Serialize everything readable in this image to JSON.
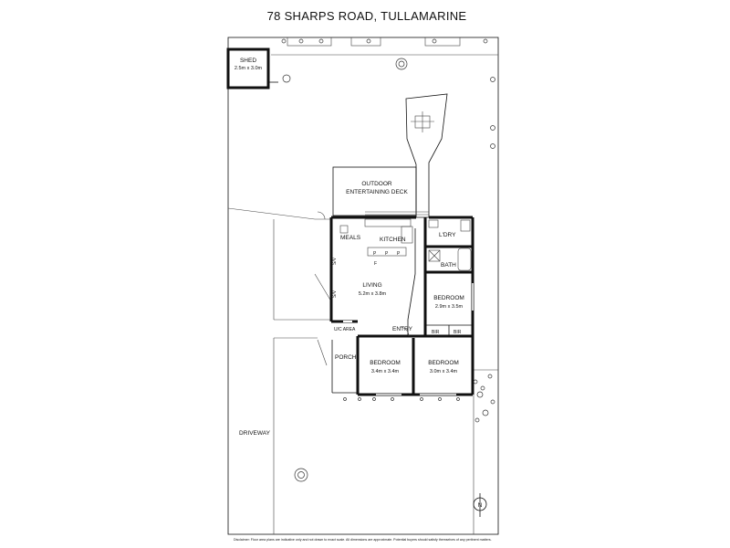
{
  "title": "78 SHARPS ROAD, TULLAMARINE",
  "rooms": {
    "shed": {
      "label": "SHED",
      "dims": "2.5m x 3.0m"
    },
    "outdoor": {
      "label_line1": "OUTDOOR",
      "label_line2": "ENTERTAINING DECK"
    },
    "meals": {
      "label": "MEALS"
    },
    "kitchen": {
      "label": "KITCHEN"
    },
    "laundry": {
      "label": "L'DRY"
    },
    "bath": {
      "label": "BATH"
    },
    "living": {
      "label": "LIVING",
      "dims": "5.2m x 3.8m"
    },
    "bedroom1": {
      "label": "BEDROOM",
      "dims": "2.9m x 3.5m"
    },
    "ucarea": {
      "label": "U/C AREA"
    },
    "entry": {
      "label": "ENTRY"
    },
    "porch": {
      "label": "PORCH"
    },
    "bedroom2": {
      "label": "BEDROOM",
      "dims": "3.4m x 3.4m"
    },
    "bedroom3": {
      "label": "BEDROOM",
      "dims": "3.0m x 3.4m"
    },
    "driveway": {
      "label": "DRIVEWAY"
    }
  },
  "markers": {
    "br1": "BIR",
    "br2": "BIR",
    "sv1": "S/V",
    "sv2": "S/V",
    "pantry": [
      "P",
      "P",
      "P"
    ],
    "fridge": "F"
  },
  "compass": {
    "label": "N"
  },
  "disclaimer": "Disclaimer: Floor area plans are indicative only and not drawn to exact scale. All dimensions are approximate. Potential buyers should satisfy themselves of any pertinent matters."
}
